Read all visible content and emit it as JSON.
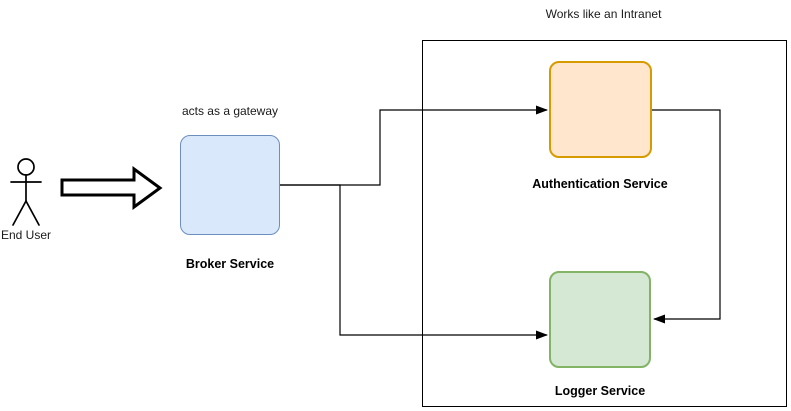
{
  "diagram": {
    "boundary_title": "Works like an Intranet",
    "actor": {
      "label": "End User"
    },
    "nodes": {
      "broker": {
        "label": "Broker Service",
        "annotation": "acts as a gateway",
        "fill": "#dae8fc",
        "stroke": "#6c8ebf"
      },
      "auth": {
        "label": "Authentication Service",
        "fill": "#ffe6cc",
        "stroke": "#d79b00"
      },
      "logger": {
        "label": "Logger Service",
        "fill": "#d5e8d4",
        "stroke": "#82b366"
      }
    },
    "edges": [
      {
        "from": "End User",
        "to": "Broker Service",
        "style": "block-arrow"
      },
      {
        "from": "Broker Service",
        "to": "Authentication Service",
        "style": "orthogonal-arrow"
      },
      {
        "from": "Broker Service",
        "to": "Logger Service",
        "style": "orthogonal-arrow"
      },
      {
        "from": "Authentication Service",
        "to": "Logger Service",
        "style": "orthogonal-arrow"
      }
    ],
    "colors": {
      "edge": "#000000",
      "text": "#000000",
      "boundary_border": "#000000",
      "background": "#ffffff"
    }
  }
}
